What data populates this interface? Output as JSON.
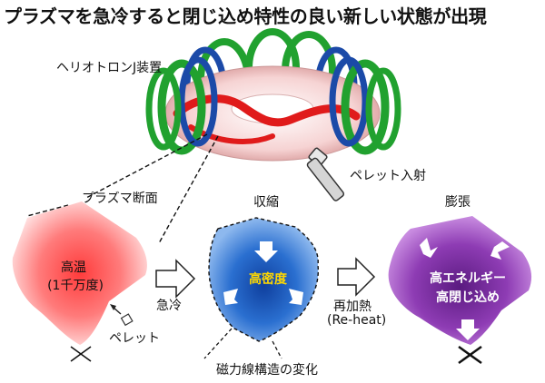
{
  "title": "プラズマを急冷すると閉じ込め特性の良い新しい状態が出現",
  "device": {
    "name": "ヘリオトロンJ装置",
    "pellet_injection_label": "ペレット入射"
  },
  "stages": {
    "initial": {
      "header": "プラズマ断面",
      "line1": "高温",
      "line2": "(1千万度)",
      "pellet_label": "ペレット",
      "color": "#f23a3a"
    },
    "arrow1_label": "急冷",
    "contracted": {
      "header": "収縮",
      "inner_label": "高密度",
      "color": "#1f5fbf",
      "inner_label_color": "#ffd800"
    },
    "arrow2_label_1": "再加熱",
    "arrow2_label_2": "(Re-heat)",
    "expanded": {
      "header": "膨張",
      "line1": "高エネルギー",
      "line2": "高閉じ込め",
      "color": "#7a2a9e"
    }
  },
  "bottom_label": "磁力線構造の変化"
}
